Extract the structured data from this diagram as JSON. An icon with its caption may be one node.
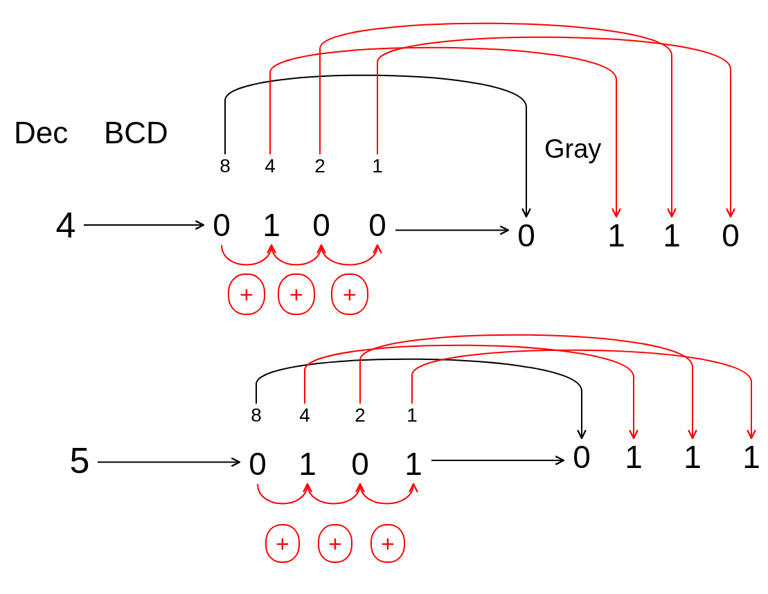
{
  "diagram": {
    "nodes": [
      {
        "text": [
          "4"
        ]
      },
      {
        "text": [
          "8"
        ]
      },
      {
        "text": [
          "4"
        ]
      },
      {
        "text": [
          "2"
        ]
      },
      {
        "text": [
          "1"
        ]
      },
      {
        "text": [
          "0"
        ]
      },
      {
        "text": [
          "1"
        ]
      },
      {
        "text": [
          "0"
        ]
      },
      {
        "text": [
          "0"
        ]
      },
      {
        "text": [
          "0"
        ]
      },
      {
        "text": [
          "1"
        ]
      },
      {
        "text": [
          "1"
        ]
      },
      {
        "text": [
          "0"
        ]
      },
      {
        "text": [
          "+"
        ]
      },
      {
        "text": [
          "+"
        ]
      },
      {
        "text": [
          "+"
        ]
      },
      {
        "text": [
          "5"
        ]
      },
      {
        "text": [
          "8"
        ]
      },
      {
        "text": [
          "4"
        ]
      },
      {
        "text": [
          "2"
        ]
      },
      {
        "text": [
          "1"
        ]
      },
      {
        "text": [
          "0"
        ]
      },
      {
        "text": [
          "1"
        ]
      },
      {
        "text": [
          "0"
        ]
      },
      {
        "text": [
          "1"
        ]
      },
      {
        "text": [
          "0"
        ]
      },
      {
        "text": [
          "1"
        ]
      },
      {
        "text": [
          "1"
        ]
      },
      {
        "text": [
          "1"
        ]
      },
      {
        "text": [
          "+"
        ]
      },
      {
        "text": [
          "+"
        ]
      },
      {
        "text": [
          "+"
        ]
      }
    ],
    "edges": [
      {
        "from": 0,
        "to": 5,
        "arrow": "to",
        "color": "#000000"
      },
      {
        "from": 8,
        "to": 9,
        "arrow": "to",
        "color": "#000000"
      },
      {
        "from": 1,
        "to": 9,
        "arrow": "to",
        "color": "#000000"
      },
      {
        "from": 2,
        "to": 10,
        "arrow": "to"
      },
      {
        "from": 3,
        "to": 11,
        "arrow": "to"
      },
      {
        "from": 4,
        "to": 12,
        "arrow": "to"
      },
      {
        "from": 5,
        "to": 6,
        "arrow": "to"
      },
      {
        "from": 6,
        "to": 7,
        "arrow": "to"
      },
      {
        "from": 7,
        "to": 8,
        "arrow": "to"
      },
      {
        "from": 16,
        "to": 21,
        "arrow": "to",
        "color": "#000000"
      },
      {
        "from": 24,
        "to": 25,
        "arrow": "to",
        "color": "#000000"
      },
      {
        "from": 17,
        "to": 25,
        "arrow": "to",
        "color": "#000000"
      },
      {
        "from": 18,
        "to": 26,
        "arrow": "to"
      },
      {
        "from": 19,
        "to": 27,
        "arrow": "to"
      },
      {
        "from": 20,
        "to": 28,
        "arrow": "to"
      },
      {
        "from": 21,
        "to": 22,
        "arrow": "to"
      },
      {
        "from": 22,
        "to": 23,
        "arrow": "to"
      },
      {
        "from": 23,
        "to": 24,
        "arrow": "to"
      }
    ],
    "labels": [
      "Dec",
      "BCD",
      "Gray"
    ]
  }
}
